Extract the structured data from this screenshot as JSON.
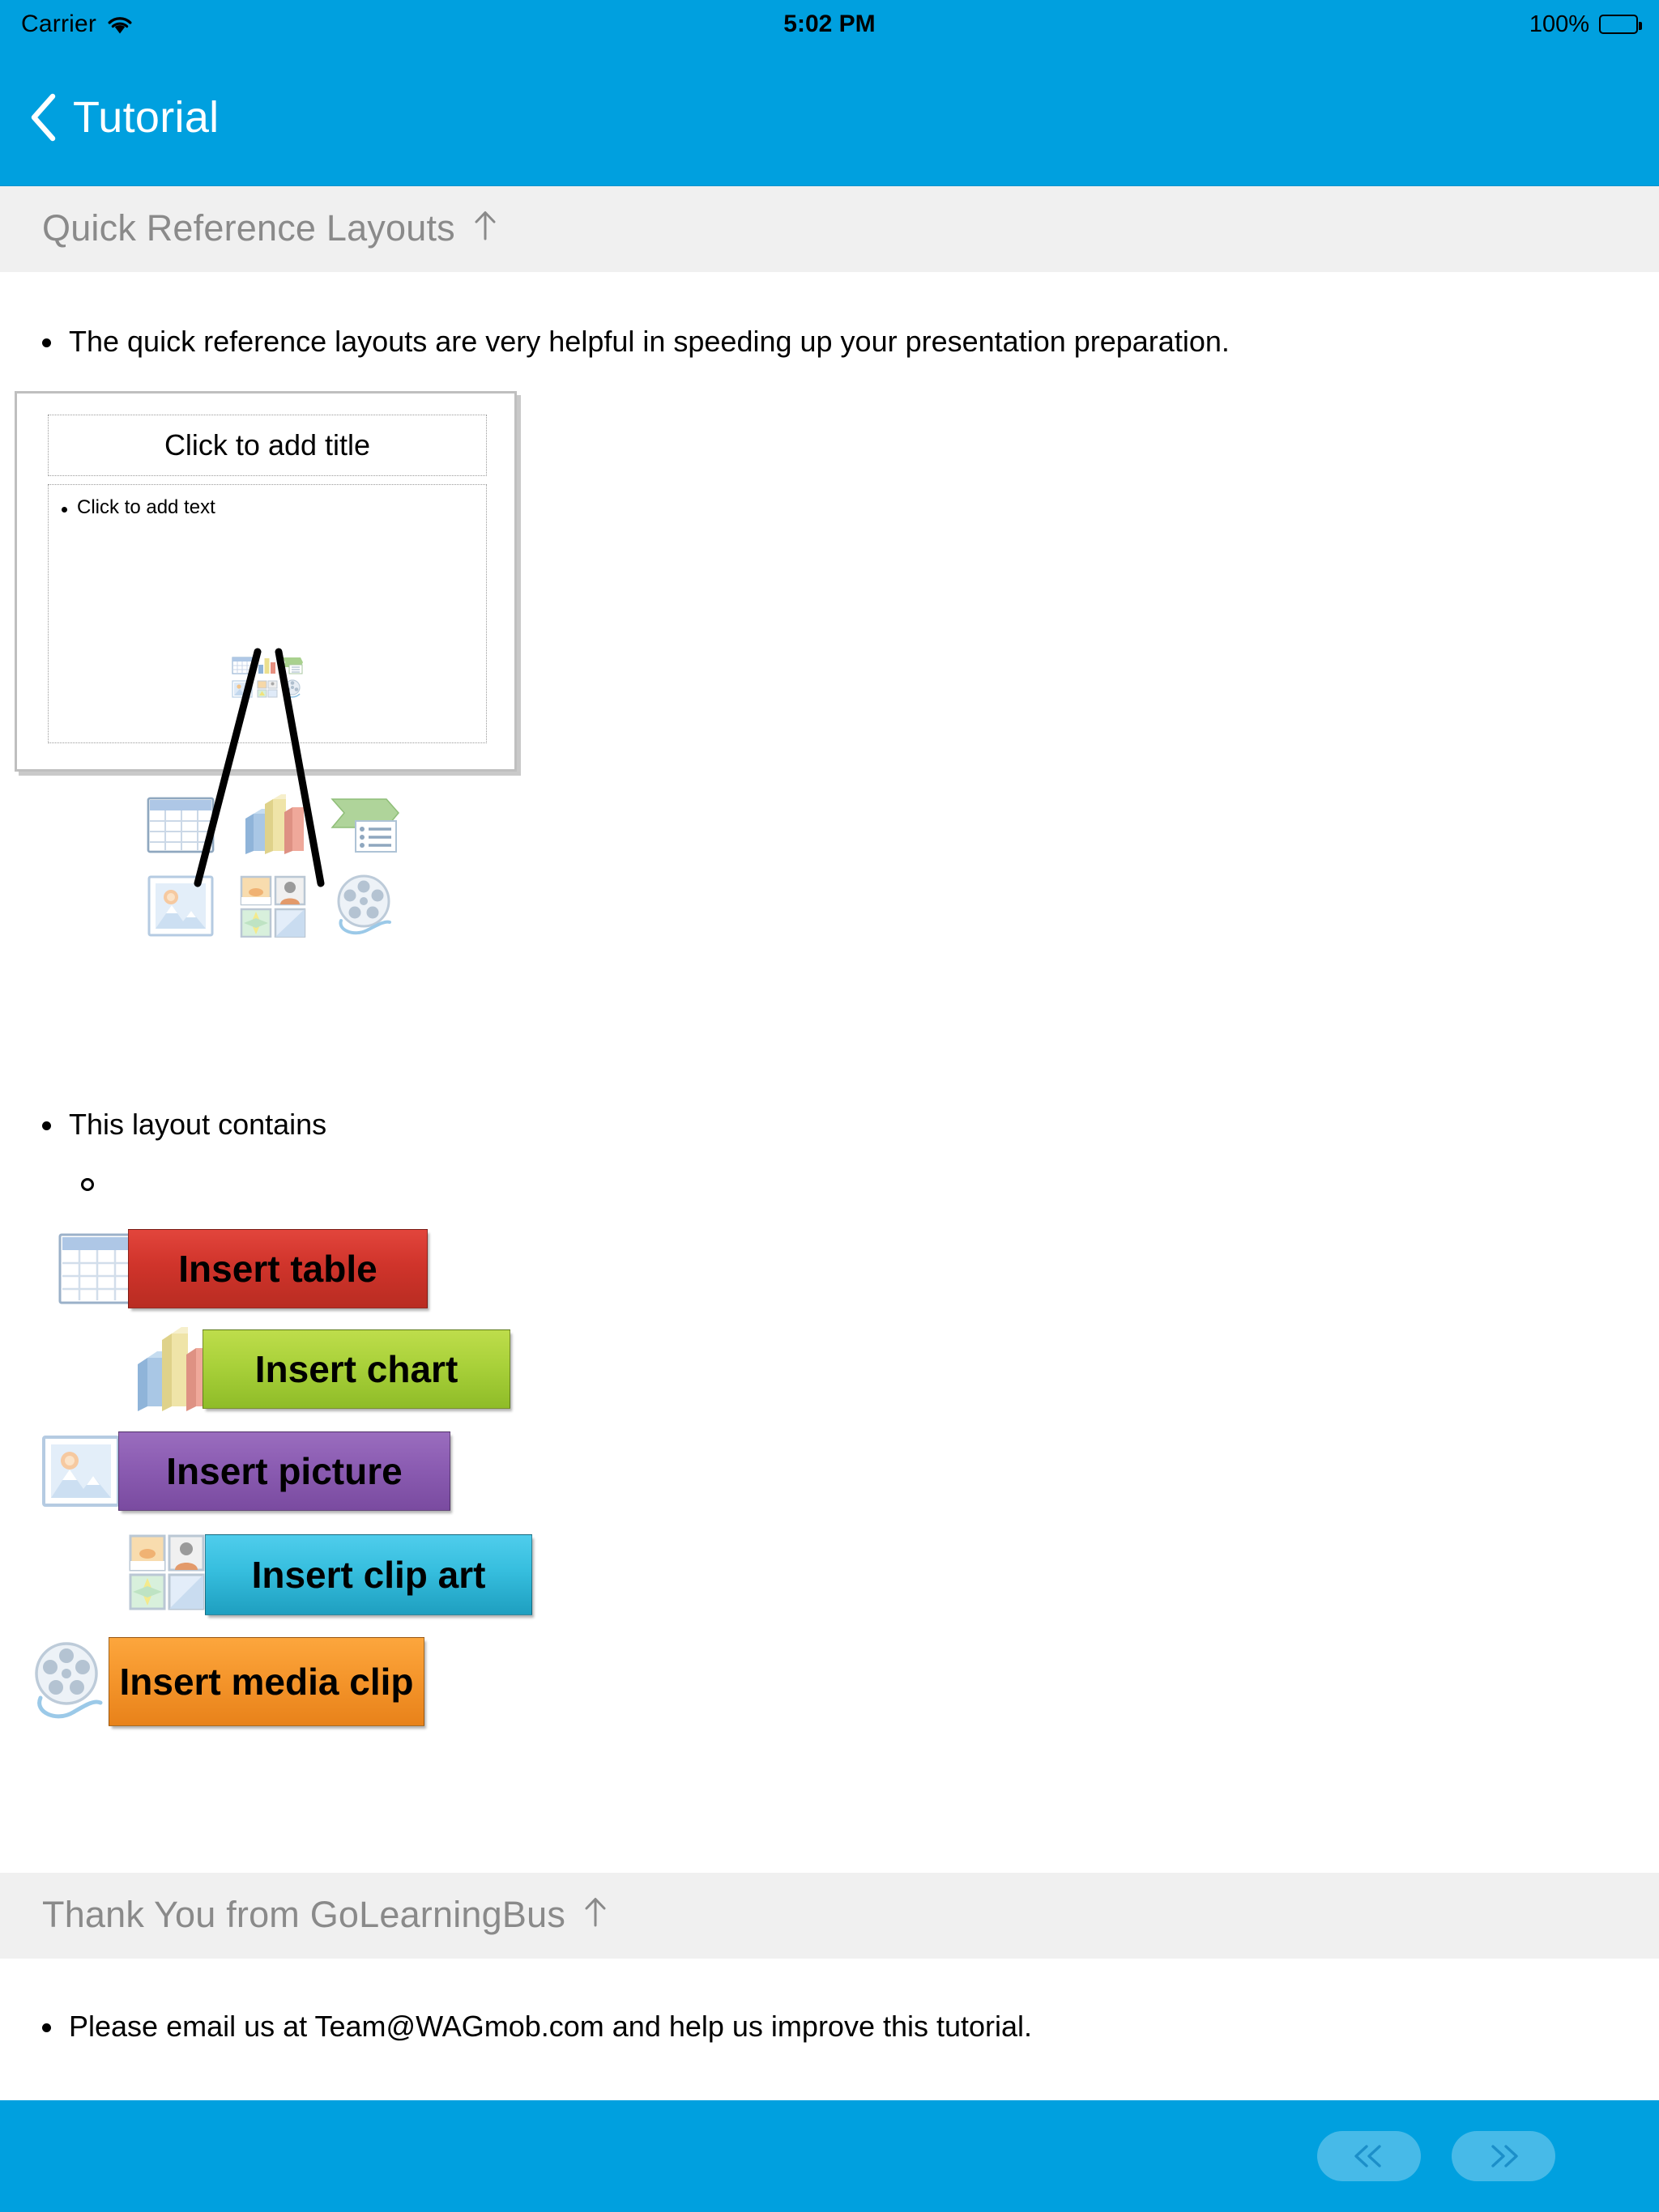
{
  "status_bar": {
    "carrier": "Carrier",
    "wifi_icon": "wifi-icon",
    "time": "5:02 PM",
    "battery_percent": "100%",
    "battery_icon": "battery-full-icon"
  },
  "nav_bar": {
    "back_icon": "chevron-left-icon",
    "back_label": "Tutorial"
  },
  "sections": [
    {
      "title": "Quick Reference Layouts",
      "collapse_icon": "arrow-up-icon"
    },
    {
      "title": "Thank You from GoLearningBus",
      "collapse_icon": "arrow-up-icon"
    }
  ],
  "bullets": {
    "intro": "The quick reference layouts are very helpful in speeding up your presentation preparation.",
    "contains": "This layout contains",
    "thanks": "Please email us at Team@WAGmob.com and help us improve this tutorial."
  },
  "slide": {
    "title_placeholder": "Click to add title",
    "body_placeholder": "Click to add text",
    "placeholder_icons": [
      "insert-table-icon",
      "insert-chart-icon",
      "insert-smartart-icon",
      "insert-picture-icon",
      "insert-clip-art-icon",
      "insert-media-clip-icon"
    ]
  },
  "icon_grid": {
    "icons": [
      "insert-table-icon",
      "insert-chart-icon",
      "insert-smartart-icon",
      "insert-picture-icon",
      "insert-clip-art-icon",
      "insert-media-clip-icon"
    ]
  },
  "layout_items": [
    {
      "icon": "insert-table-icon",
      "label": "Insert table",
      "color": "#D0342B",
      "chip_class": "chip-red"
    },
    {
      "icon": "insert-chart-icon",
      "label": "Insert chart",
      "color": "#A9D13A",
      "chip_class": "chip-green"
    },
    {
      "icon": "insert-picture-icon",
      "label": "Insert  picture",
      "color": "#8B5CB2",
      "chip_class": "chip-purple"
    },
    {
      "icon": "insert-clip-art-icon",
      "label": "Insert clip art",
      "color": "#36BEDE",
      "chip_class": "chip-cyan"
    },
    {
      "icon": "insert-media-clip-icon",
      "label": "Insert media clip",
      "color": "#F5962C",
      "chip_class": "chip-orange"
    }
  ],
  "toolbar": {
    "prev_icon": "double-chevron-left-icon",
    "next_icon": "double-chevron-right-icon"
  },
  "theme": {
    "accent": "#00A0DF",
    "section_header_bg": "#F0F0F0",
    "section_header_text": "#8A8A8A",
    "body_text": "#000000",
    "page_bg": "#FFFFFF"
  }
}
